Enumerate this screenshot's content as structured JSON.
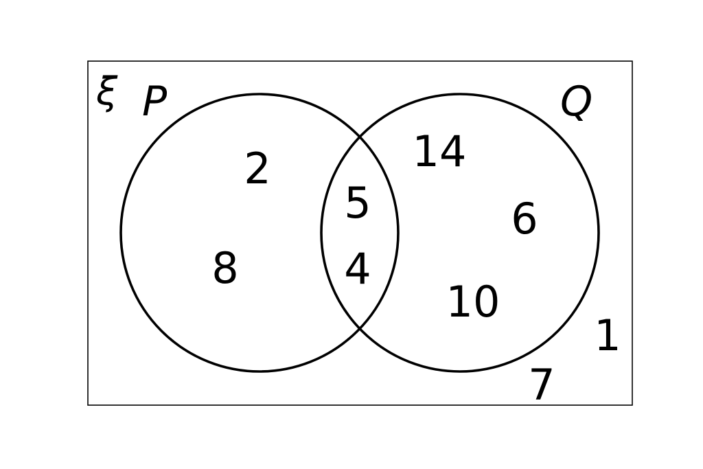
{
  "diagram": {
    "type": "venn",
    "universe": {
      "label": "ξ",
      "outside_both": [
        "1",
        "7"
      ]
    },
    "sets": [
      {
        "label": "P",
        "only": [
          "2",
          "8"
        ]
      },
      {
        "label": "Q",
        "only": [
          "14",
          "6",
          "10"
        ]
      }
    ],
    "intersection": [
      "5",
      "4"
    ],
    "colors": {
      "stroke": "#000000",
      "background": "#ffffff"
    }
  }
}
